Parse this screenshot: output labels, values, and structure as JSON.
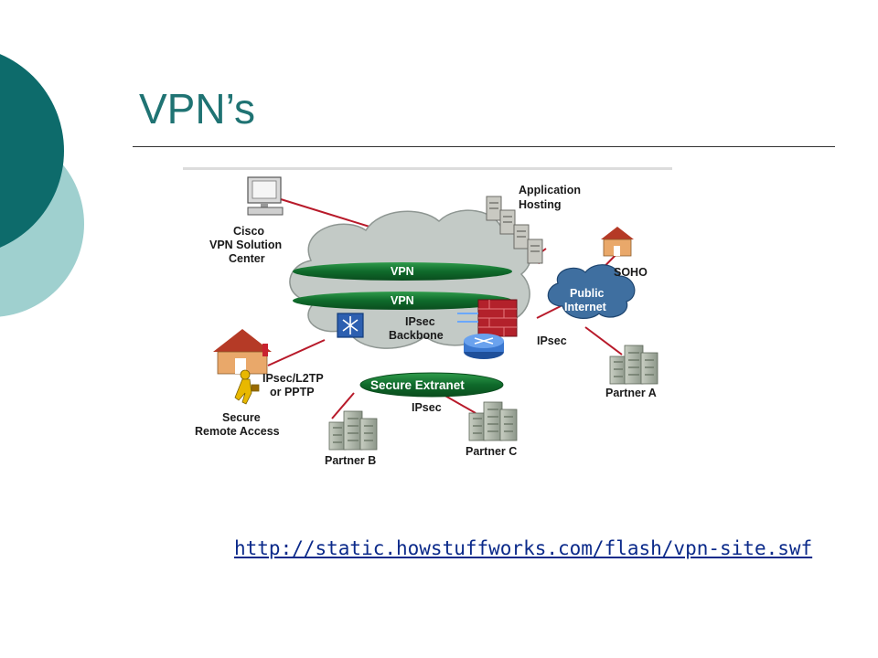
{
  "slide": {
    "title": "VPN’s",
    "link": "http://static.howstuffworks.com/flash/vpn-site.swf",
    "colors": {
      "deco_dark": "#0d6b6b",
      "deco_light": "#9fd0cf",
      "title": "#1f7373"
    }
  },
  "diagram": {
    "labels": {
      "cisco_center": [
        "Cisco",
        "VPN Solution",
        "Center"
      ],
      "app_hosting": [
        "Application",
        "Hosting"
      ],
      "soho": "SOHO",
      "public_internet": [
        "Public",
        "Internet"
      ],
      "vpn_1": "VPN",
      "vpn_2": "VPN",
      "ipsec_backbone": [
        "IPsec",
        "Backbone"
      ],
      "ipsec_right": "IPsec",
      "ipsec_bottom": "IPsec",
      "ipsec_l2tp": [
        "IPsec/L2TP",
        "or PPTP"
      ],
      "secure_extranet": "Secure Extranet",
      "secure_remote": [
        "Secure",
        "Remote Access"
      ],
      "partner_a": "Partner A",
      "partner_b": "Partner B",
      "partner_c": "Partner C"
    },
    "icons": {
      "computer": "computer-icon",
      "servers": "server-rack-icon",
      "house": "house-icon",
      "building": "office-building-icon",
      "firewall": "firewall-icon",
      "router": "router-icon",
      "switch": "switch-icon",
      "person": "walking-person-icon"
    }
  }
}
